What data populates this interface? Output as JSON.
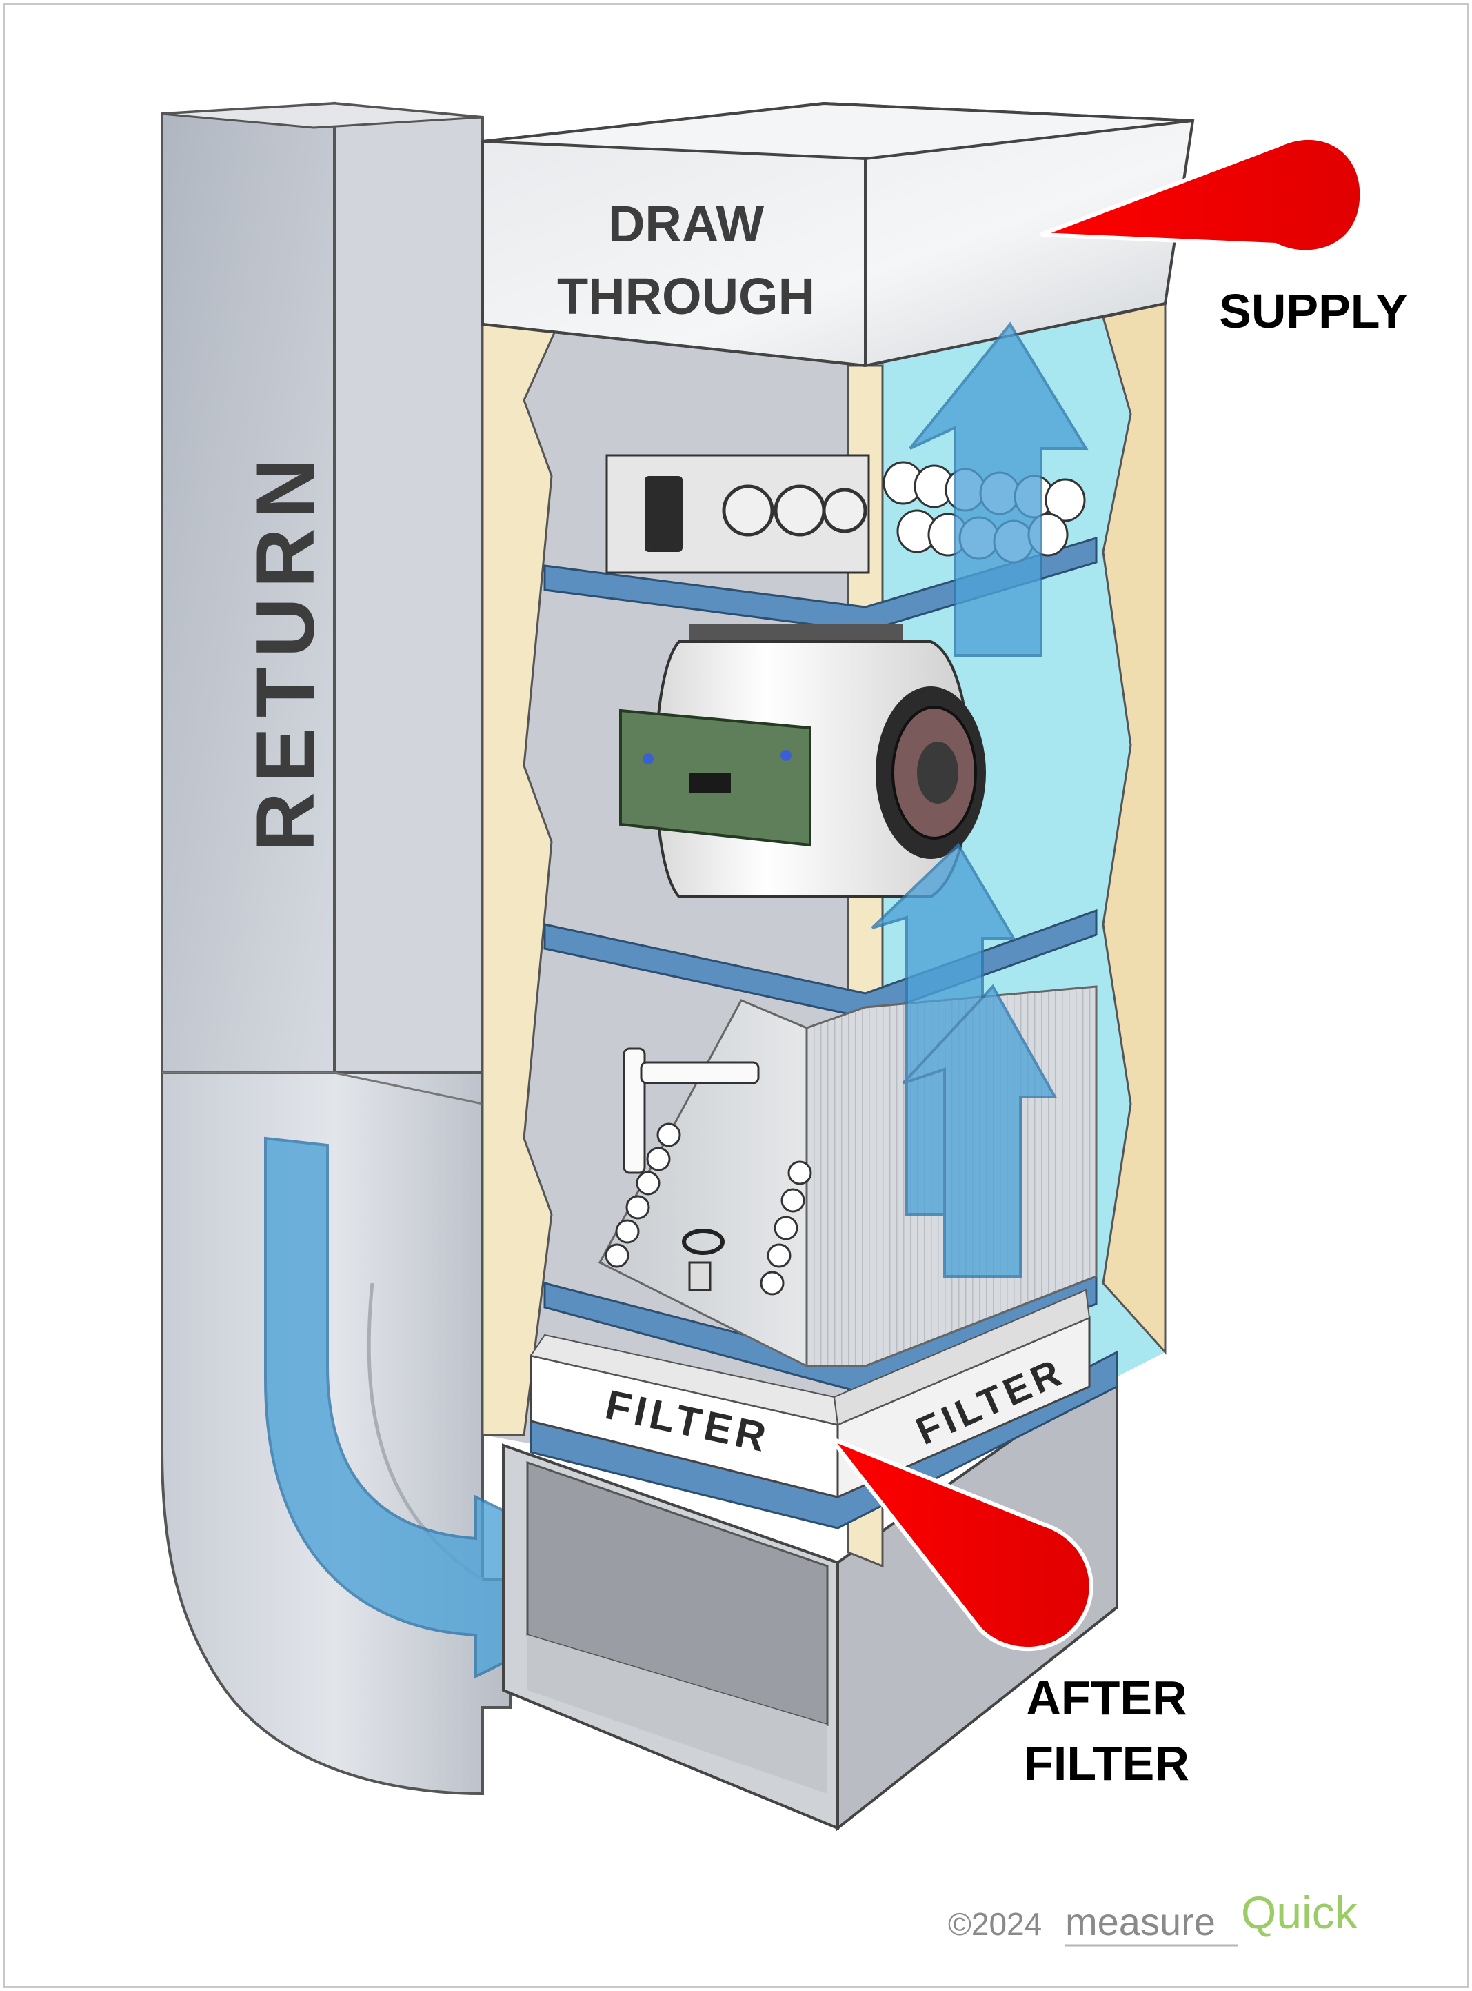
{
  "labels": {
    "return": "RETURN",
    "draw_through_line1": "DRAW",
    "draw_through_line2": "THROUGH",
    "supply": "SUPPLY",
    "after_filter_line1": "AFTER",
    "after_filter_line2": "FILTER",
    "filter_front": "FILTER",
    "filter_side": "FILTER"
  },
  "copyright": {
    "text": "©2024",
    "brand_measure": "measure",
    "brand_quick": "Quick"
  },
  "colors": {
    "probe_red": "#ff0000",
    "airflow_blue": "#4fa3d8",
    "cabinet_cyan": "#a8e6f0",
    "liner_cream": "#f3e7c4",
    "rail_blue": "#5b8fc0",
    "brand_green": "#9ccc65"
  },
  "icons": {
    "supply_probe": "red-probe-icon",
    "after_filter_probe": "red-probe-icon",
    "return_arrow": "curved-arrow-icon",
    "upflow_arrows": "up-arrow-icon"
  }
}
